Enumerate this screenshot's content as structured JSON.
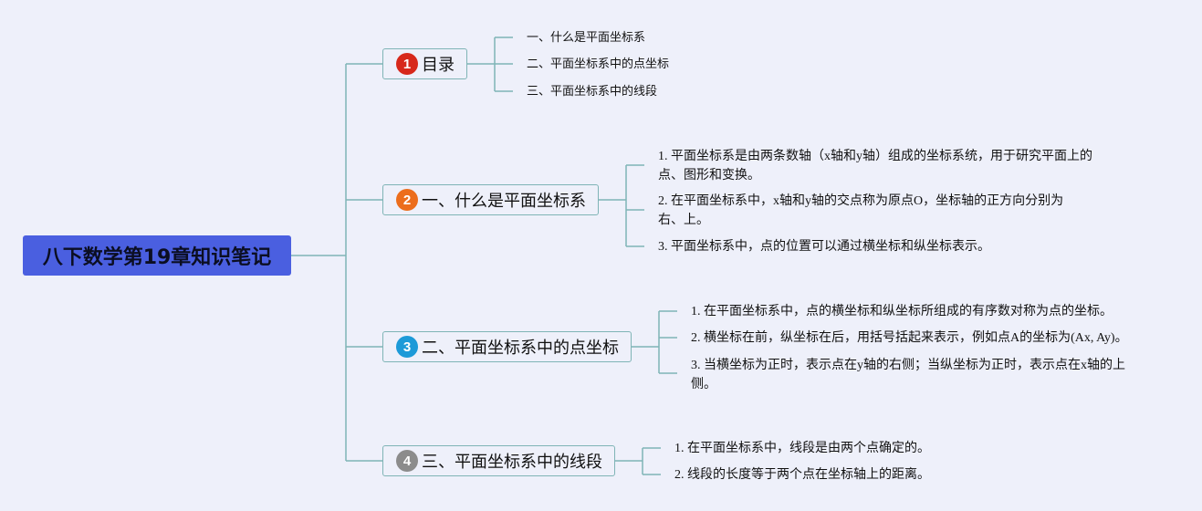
{
  "root": {
    "title": "八下数学第19章知识笔记",
    "color": "#4a5fe0"
  },
  "line_color": "#7fb4b6",
  "branches": [
    {
      "number": "1",
      "badge_color": "#d7281b",
      "label": "目录",
      "children": [
        "一、什么是平面坐标系",
        "二、平面坐标系中的点坐标",
        "三、平面坐标系中的线段"
      ]
    },
    {
      "number": "2",
      "badge_color": "#ec6d1c",
      "label": "一、什么是平面坐标系",
      "children": [
        "1. 平面坐标系是由两条数轴（x轴和y轴）组成的坐标系统，用于研究平面上的点、图形和变换。",
        "2. 在平面坐标系中，x轴和y轴的交点称为原点O，坐标轴的正方向分别为右、上。",
        "3. 平面坐标系中，点的位置可以通过横坐标和纵坐标表示。"
      ]
    },
    {
      "number": "3",
      "badge_color": "#1d9ad8",
      "label": "二、平面坐标系中的点坐标",
      "children": [
        "1. 在平面坐标系中，点的横坐标和纵坐标所组成的有序数对称为点的坐标。",
        "2. 横坐标在前，纵坐标在后，用括号括起来表示，例如点A的坐标为(Ax, Ay)。",
        "3. 当横坐标为正时，表示点在y轴的右侧；当纵坐标为正时，表示点在x轴的上侧。"
      ]
    },
    {
      "number": "4",
      "badge_color": "#8c8c8c",
      "label": "三、平面坐标系中的线段",
      "children": [
        "1. 在平面坐标系中，线段是由两个点确定的。",
        "2. 线段的长度等于两个点在坐标轴上的距离。"
      ]
    }
  ]
}
